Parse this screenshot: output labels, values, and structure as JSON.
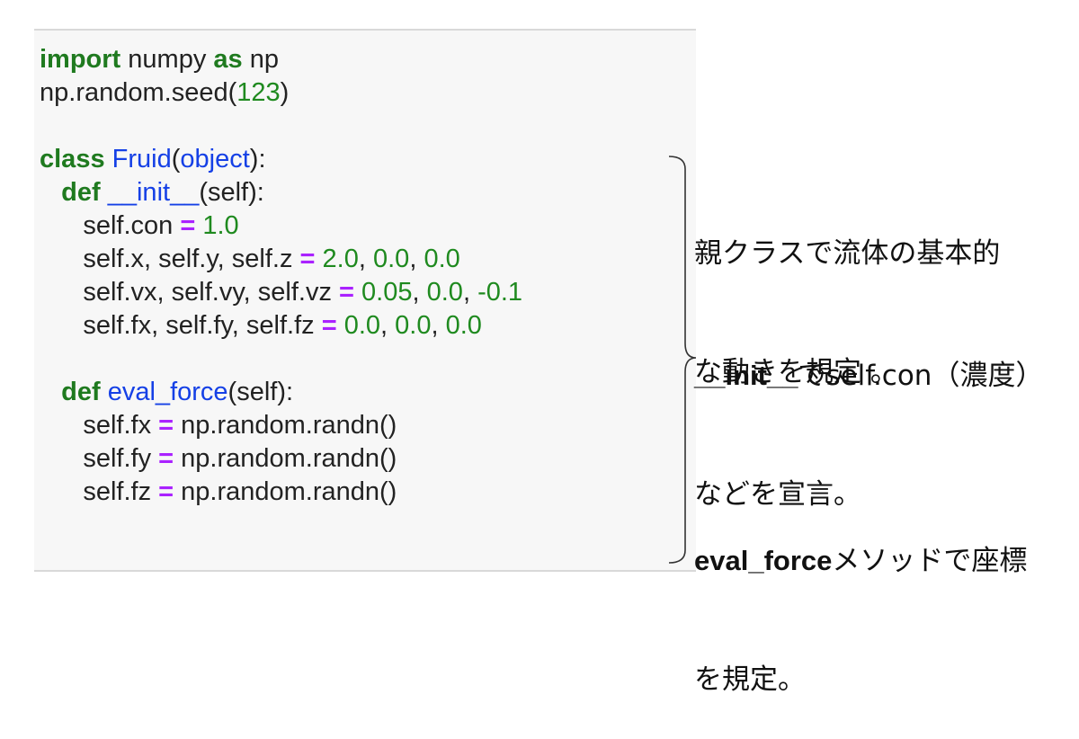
{
  "code": {
    "l1": {
      "kw1": "import",
      "t1": " numpy ",
      "kw2": "as",
      "t2": " np"
    },
    "l2": {
      "t1": "np.random.seed(",
      "num": "123",
      "t2": ")"
    },
    "l4": {
      "kw": "class",
      "sp": " ",
      "name": "Fruid",
      "t1": "(",
      "obj": "object",
      "t2": "):"
    },
    "l5": {
      "indent": "   ",
      "kw": "def",
      "sp": " ",
      "name": "__init__",
      "t1": "(self):"
    },
    "l6": {
      "indent": "      ",
      "t1": "self.con ",
      "op": "=",
      "sp": " ",
      "num": "1.0"
    },
    "l7": {
      "indent": "      ",
      "t1": "self.x, self.y, self.z ",
      "op": "=",
      "sp": " ",
      "n1": "2.0",
      "c1": ", ",
      "n2": "0.0",
      "c2": ", ",
      "n3": "0.0"
    },
    "l8": {
      "indent": "      ",
      "t1": "self.vx, self.vy, self.vz ",
      "op": "=",
      "sp": " ",
      "n1": "0.05",
      "c1": ", ",
      "n2": "0.0",
      "c2": ", ",
      "n3": "-0.1"
    },
    "l9": {
      "indent": "      ",
      "t1": "self.fx, self.fy, self.fz ",
      "op": "=",
      "sp": " ",
      "n1": "0.0",
      "c1": ", ",
      "n2": "0.0",
      "c2": ", ",
      "n3": "0.0"
    },
    "l11": {
      "indent": "   ",
      "kw": "def",
      "sp": " ",
      "name": "eval_force",
      "t1": "(self):"
    },
    "l12": {
      "indent": "      ",
      "t1": "self.fx ",
      "op": "=",
      "t2": " np.random.randn()"
    },
    "l13": {
      "indent": "      ",
      "t1": "self.fy ",
      "op": "=",
      "t2": " np.random.randn()"
    },
    "l14": {
      "indent": "      ",
      "t1": "self.fz ",
      "op": "=",
      "t2": " np.random.randn()"
    }
  },
  "annotations": {
    "a1_line1": "親クラスで流体の基本的",
    "a1_line2": "な動きを規定 。",
    "a2_bold": "__init__",
    "a2_rest": "でself.con（濃度）",
    "a2_line2": "などを宣言。",
    "a3_bold": "eval_force",
    "a3_rest": "メソッドで座標",
    "a3_line2": "を規定。"
  },
  "colors": {
    "keyword": "#1f7a1f",
    "number": "#1f8a1f",
    "operator": "#aa22ff",
    "name": "#1540e6",
    "panel_bg": "#f7f7f7"
  }
}
